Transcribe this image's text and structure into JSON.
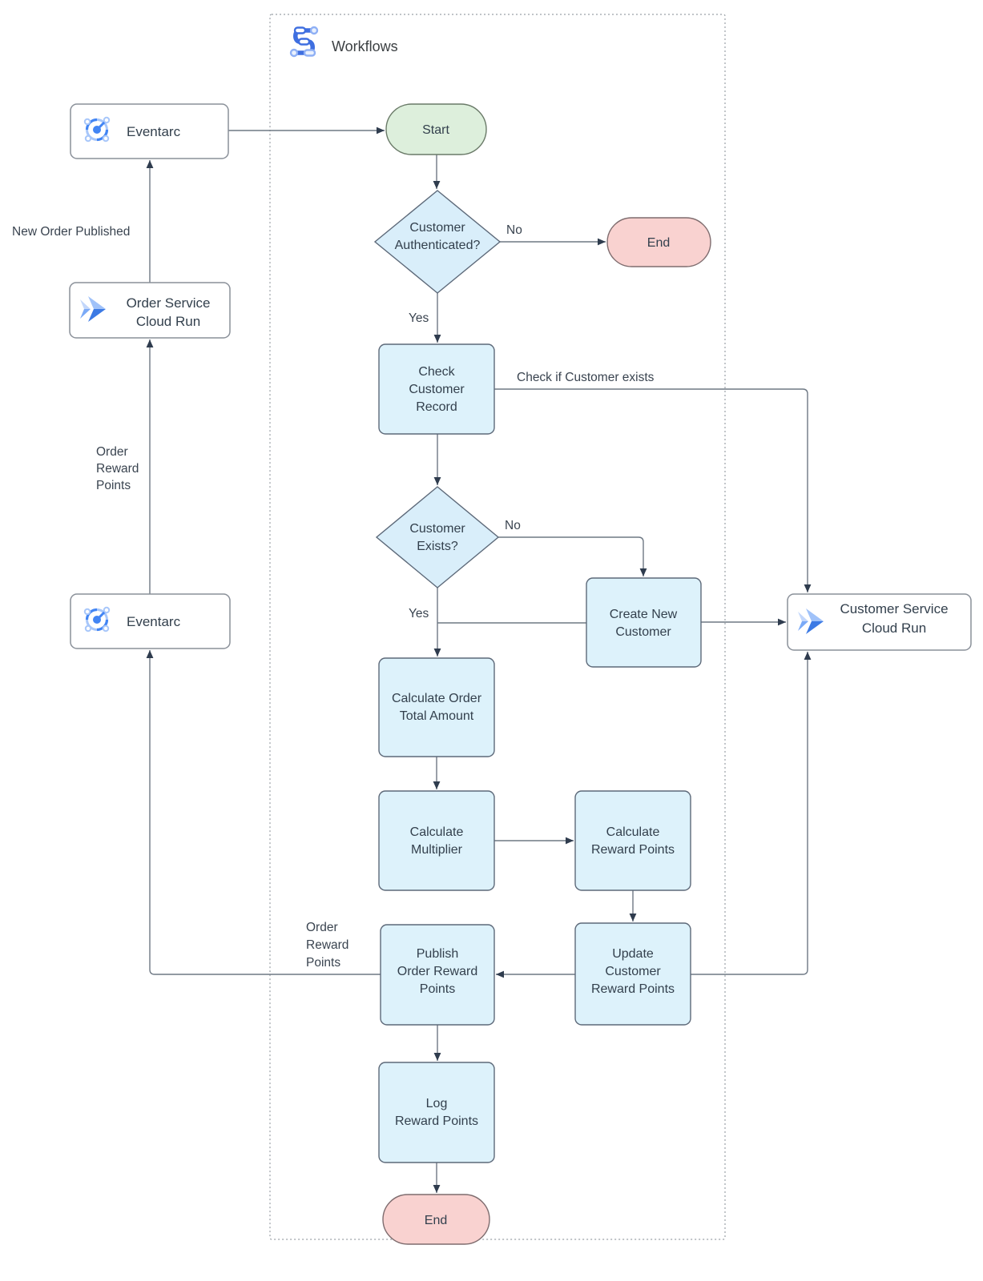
{
  "title": {
    "label": "Workflows"
  },
  "nodes": {
    "eventarc_top": {
      "label": "Eventarc"
    },
    "order_service": {
      "line1": "Order Service",
      "line2": "Cloud Run"
    },
    "eventarc_bottom": {
      "label": "Eventarc"
    },
    "customer_service": {
      "line1": "Customer Service",
      "line2": "Cloud Run"
    },
    "start": {
      "label": "Start"
    },
    "end_top": {
      "label": "End"
    },
    "end_bottom": {
      "label": "End"
    },
    "customer_authenticated": {
      "line1": "Customer",
      "line2": "Authenticated?"
    },
    "check_customer_record": {
      "line1": "Check",
      "line2": "Customer",
      "line3": "Record"
    },
    "customer_exists": {
      "line1": "Customer",
      "line2": "Exists?"
    },
    "create_new_customer": {
      "line1": "Create New",
      "line2": "Customer"
    },
    "calculate_order_total": {
      "line1": "Calculate Order",
      "line2": "Total Amount"
    },
    "calculate_multiplier": {
      "line1": "Calculate",
      "line2": "Multiplier"
    },
    "calculate_reward_points": {
      "line1": "Calculate",
      "line2": "Reward Points"
    },
    "update_customer_reward_points": {
      "line1": "Update",
      "line2": "Customer",
      "line3": "Reward Points"
    },
    "publish_order_reward_points": {
      "line1": "Publish",
      "line2": "Order Reward",
      "line3": "Points"
    },
    "log_reward_points": {
      "line1": "Log",
      "line2": "Reward Points"
    }
  },
  "edge_labels": {
    "no_auth": "No",
    "yes_auth": "Yes",
    "check_if_customer_exists": "Check if Customer exists",
    "no_exists": "No",
    "yes_exists": "Yes",
    "new_order_published": "New Order Published",
    "order_reward_points_up": {
      "line1": "Order",
      "line2": "Reward",
      "line3": "Points"
    },
    "order_reward_points_left": {
      "line1": "Order",
      "line2": "Reward",
      "line3": "Points"
    }
  },
  "colors": {
    "process_fill": "#ddf2fb",
    "decision_fill": "#d9eefa",
    "start_fill": "#ddefdc",
    "end_fill": "#f9d2d0",
    "shape_stroke": "#5d6979",
    "edge_color": "#6e7884",
    "arrowhead": "#2f3c4e",
    "icon_blue": "#4285f4",
    "icon_blue_light": "#a8c7fa"
  }
}
